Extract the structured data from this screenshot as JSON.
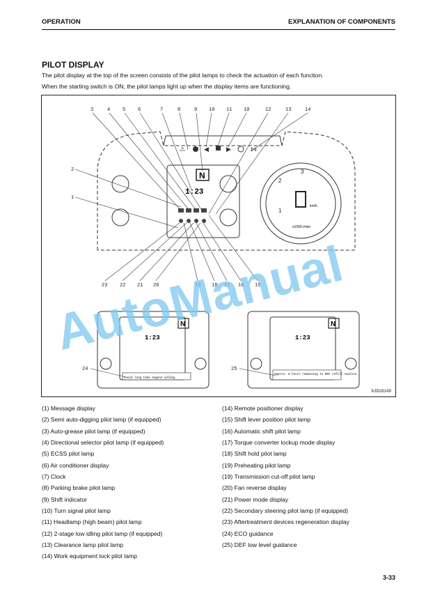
{
  "header": {
    "left": "OPERATION",
    "right": "EXPLANATION OF COMPONENTS"
  },
  "section_title": "PILOT DISPLAY",
  "intro": [
    "The pilot display at the top of the screen consists of the pilot lamps to check the actuation of each function.",
    "When the starting switch is ON, the pilot lamps light up when the display items are functioning."
  ],
  "figure": {
    "top_callouts": [
      "3",
      "4",
      "5",
      "6",
      "7",
      "8",
      "9",
      "10",
      "11",
      "10",
      "12",
      "13",
      "14"
    ],
    "left_callouts": [
      "2",
      "1"
    ],
    "bottom_callouts": [
      "23",
      "22",
      "21",
      "20",
      "19",
      "18",
      "17",
      "16",
      "15"
    ],
    "clock": "1:23",
    "shift_indicator": "N",
    "speed_unit": "km/h",
    "tach_label": "x1000\nr/min",
    "gauge_digits": [
      "1",
      "2",
      "3"
    ],
    "eco_message": "Avoid long time engine idling.",
    "def_message": "Approx. 8 hours remaining to DEF refill caution.",
    "inset_callouts": [
      "24",
      "25"
    ],
    "figure_id": "9JD18149",
    "watermark": "AutoManual"
  },
  "legend_left": [
    "(1) Message display",
    "(2) Semi auto-digging pilot lamp (if equipped)",
    "(3) Auto-grease pilot lamp (if equipped)",
    "(4) Directional selector pilot lamp (if equipped)",
    "(5) ECSS pilot lamp",
    "(6) Air conditioner display",
    "(7) Clock",
    "(8) Parking brake pilot lamp",
    "(9) Shift indicator",
    "(10) Turn signal pilot lamp",
    "(11) Headlamp (high beam) pilot lamp",
    "(12) 2-stage low idling pilot lamp (if equipped)",
    "(13) Clearance lamp pilot lamp",
    "(14) Work equipment lock pilot lamp"
  ],
  "legend_right": [
    "(14) Remote positioner display",
    "(15) Shift lever position pilot lamp",
    "(16) Automatic shift pilot lamp",
    "(17) Torque converter lockup mode display",
    "(18) Shift hold pilot lamp",
    "(19) Preheating pilot lamp",
    "(19) Transmission cut-off pilot lamp",
    "(20) Fan reverse display",
    "(21) Power mode display",
    "(22) Secondary steering pilot lamp (if equipped)",
    "(23) Aftertreatment devices regeneration display",
    "(24) ECO guidance",
    "(25) DEF low level guidance"
  ],
  "page_number": "3-33"
}
